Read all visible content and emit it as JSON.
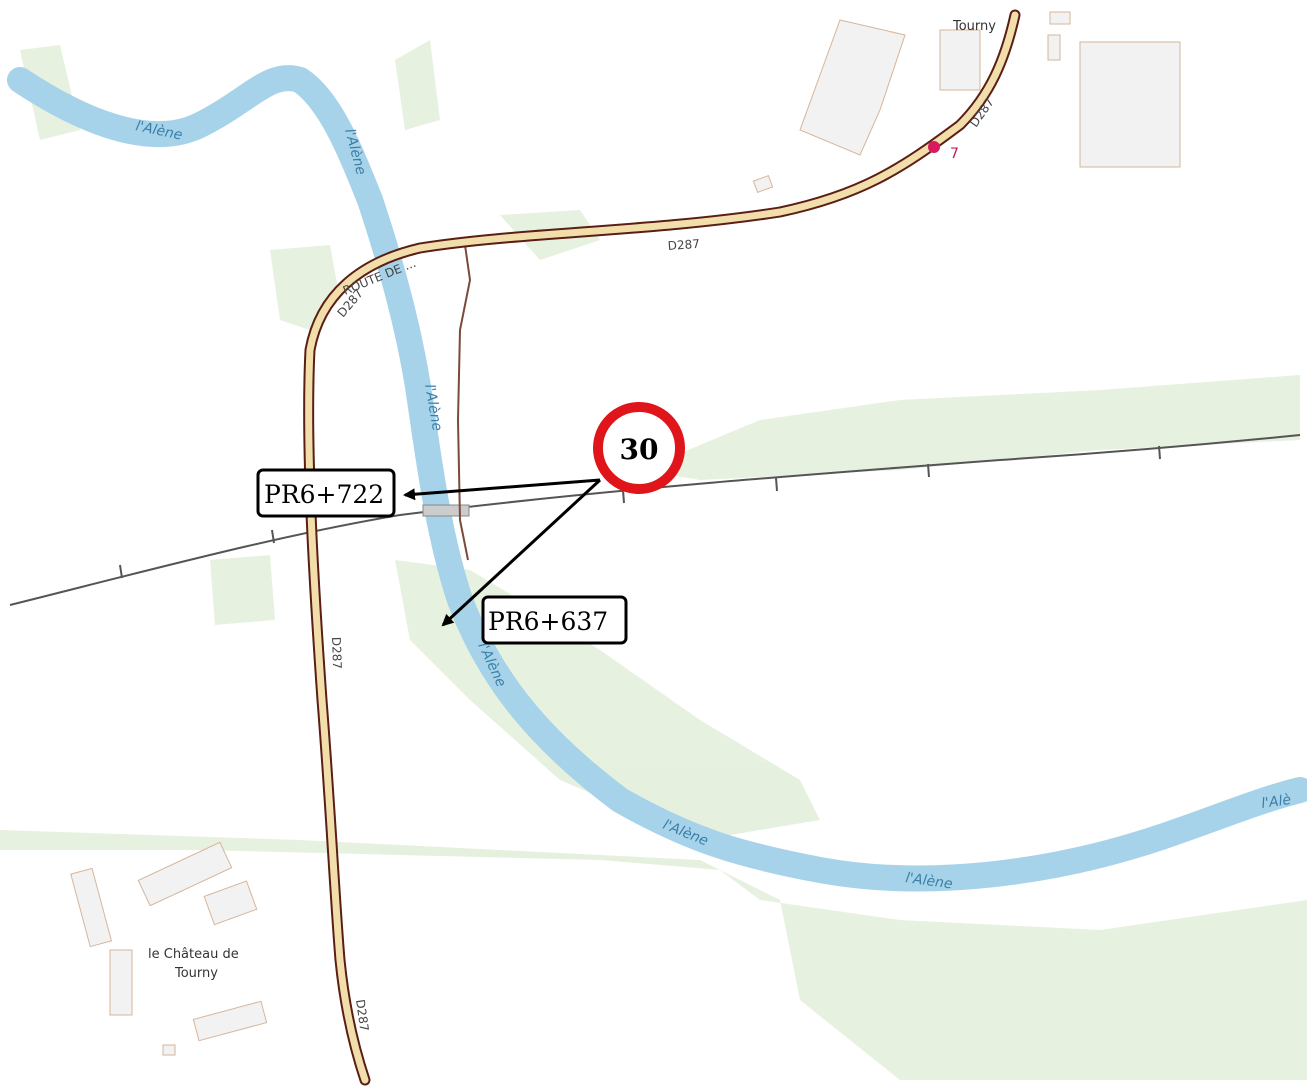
{
  "map": {
    "place_tourny": "Tourny",
    "place_chateau_line1": "le Château de",
    "place_chateau_line2": "Tourny",
    "river_label": "l'Alène",
    "river_label_partial": "l'Alè",
    "road_label": "D287",
    "road_local_label": "ROUTE DE ...",
    "poi_number": "7"
  },
  "annotations": {
    "speed_limit": "30",
    "pr_north": "PR6+722",
    "pr_south": "PR6+637"
  },
  "colors": {
    "water": "#a6d3ea",
    "vegetation": "#e3eedb",
    "road_casing": "#5a1e14",
    "road_fill": "#f1deab",
    "building": "#f2f2f2",
    "building_outline": "#d6b59a",
    "sign_red": "#e0141b",
    "railway": "#555555",
    "poi": "#d81b60"
  }
}
